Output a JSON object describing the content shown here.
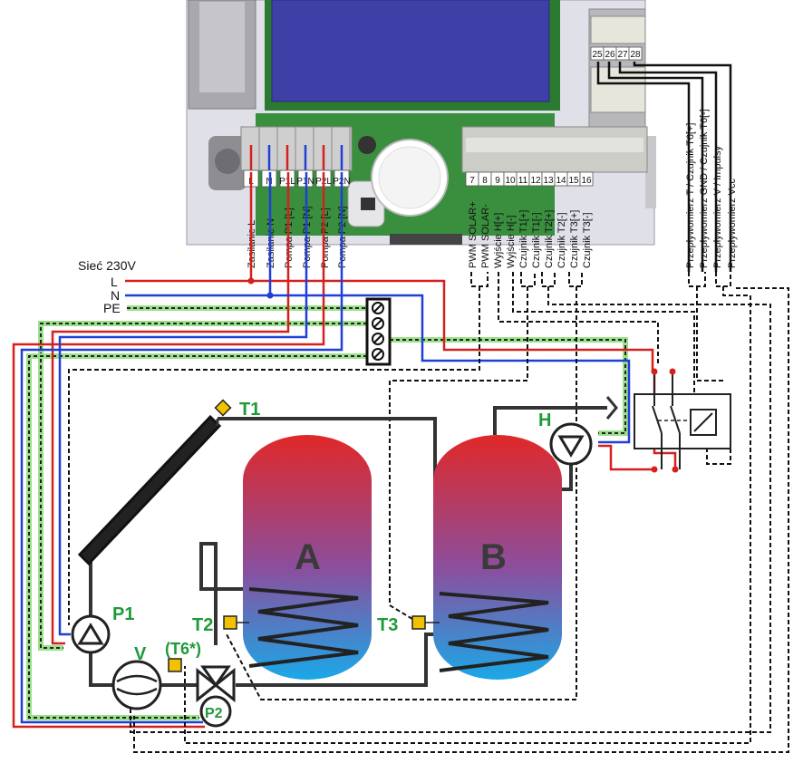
{
  "network": {
    "title": "Sieć 230V",
    "L": "L",
    "N": "N",
    "PE": "PE"
  },
  "left_terminals": [
    "L",
    "N",
    "P1L",
    "P1N",
    "P2L",
    "P2N"
  ],
  "left_labels": [
    "Zasilanie L",
    "Zasilanie N",
    "Pompa P1 [L]",
    "Pompa P1 [N]",
    "Pompa P2 [L]",
    "Pompa P2 [N]"
  ],
  "mid_terminals": [
    "7",
    "8",
    "9",
    "10",
    "11",
    "12",
    "13",
    "14",
    "15",
    "16"
  ],
  "mid_labels": [
    "PWM SOLAR+",
    "PWM SOLAR-",
    "Wyjście H[+]",
    "Wyjście H[-]",
    "Czujnik T1[+]",
    "Czujnik T1[-]",
    "Czujnik T2[+]",
    "Czujnik T2[-]",
    "Czujnik T3[+]",
    "Czujnik T3[-]"
  ],
  "right_terminals": [
    "25",
    "26",
    "27",
    "28"
  ],
  "right_labels": [
    "Przepływomierz T / Czujnik T6[+]",
    "Przepływomierz GND / Czujnik T6[-]",
    "Przepływomierz V / Impulsy",
    "Przepływomierz Vcc"
  ],
  "components": {
    "T1": "T1",
    "T2": "T2",
    "T3": "T3",
    "T6": "(T6*)",
    "P1": "P1",
    "P2": "P2",
    "V": "V",
    "H": "H",
    "tank_a": "A",
    "tank_b": "B"
  },
  "colors": {
    "live": "#d62020",
    "neutral": "#1f3fd6",
    "earth": "#9be08a",
    "signal": "#111111",
    "device_panel": "#3f3fa8",
    "pcb": "#2f8a3a",
    "sensor": "#f2c200",
    "label_green": "#1f9a3a"
  }
}
